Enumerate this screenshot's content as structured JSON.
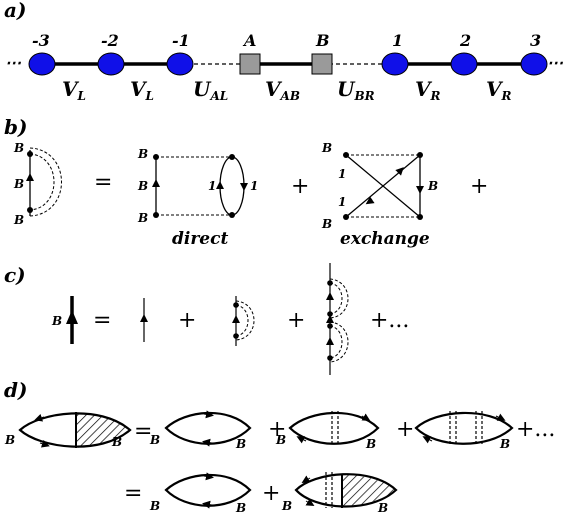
{
  "panels": {
    "a": "a)",
    "b": "b)",
    "c": "c)",
    "d": "d)"
  },
  "chain": {
    "site_numbers": [
      "-3",
      "-2",
      "-1",
      "1",
      "2",
      "3"
    ],
    "impurity_labels": [
      "A",
      "B"
    ],
    "couplings": [
      {
        "main": "V",
        "sub": "L"
      },
      {
        "main": "V",
        "sub": "L"
      },
      {
        "main": "U",
        "sub": "AL"
      },
      {
        "main": "V",
        "sub": "AB"
      },
      {
        "main": "U",
        "sub": "BR"
      },
      {
        "main": "V",
        "sub": "R"
      },
      {
        "main": "V",
        "sub": "R"
      }
    ],
    "ellipsis": "⋯",
    "colors": {
      "site": "#1010e8",
      "impurity": "#9a9a9a"
    }
  },
  "panel_b": {
    "node_label": "B",
    "loop_label": "1",
    "direct": "direct",
    "exchange": "exchange",
    "equals": "=",
    "plus": "+"
  },
  "panel_c": {
    "node_label": "B",
    "equals": "=",
    "plus": "+",
    "tail": "+..."
  },
  "panel_d": {
    "node_label": "B",
    "equals": "=",
    "plus": "+",
    "tail": "+...",
    "colors": {
      "hatch": "#000000"
    }
  }
}
